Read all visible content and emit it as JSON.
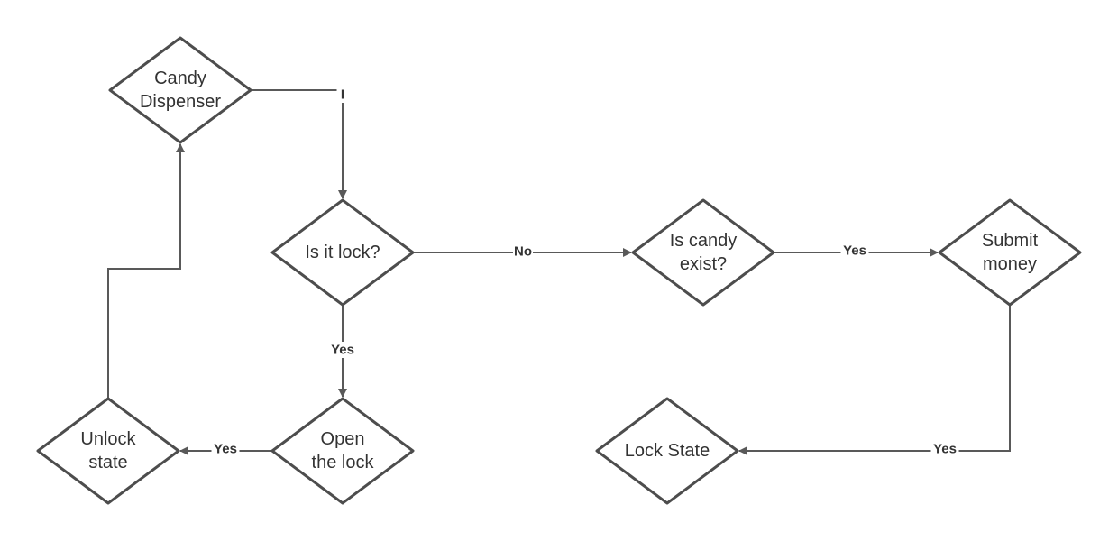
{
  "nodes": [
    {
      "id": "candy-dispenser",
      "lines": [
        "Candy",
        "Dispenser"
      ]
    },
    {
      "id": "is-it-lock",
      "lines": [
        "Is it lock?"
      ]
    },
    {
      "id": "is-candy-exist",
      "lines": [
        "Is candy",
        "exist?"
      ]
    },
    {
      "id": "submit-money",
      "lines": [
        "Submit",
        "money"
      ]
    },
    {
      "id": "open-the-lock",
      "lines": [
        "Open",
        "the lock"
      ]
    },
    {
      "id": "unlock-state",
      "lines": [
        "Unlock",
        "state"
      ]
    },
    {
      "id": "lock-state",
      "lines": [
        "Lock State"
      ]
    }
  ],
  "edges": [
    {
      "id": "dispenser-to-lock",
      "from": "candy-dispenser",
      "to": "is-it-lock",
      "label": "I"
    },
    {
      "id": "lock-to-candy",
      "from": "is-it-lock",
      "to": "is-candy-exist",
      "label": "No"
    },
    {
      "id": "candy-to-money",
      "from": "is-candy-exist",
      "to": "submit-money",
      "label": "Yes"
    },
    {
      "id": "lock-to-open",
      "from": "is-it-lock",
      "to": "open-the-lock",
      "label": "Yes"
    },
    {
      "id": "open-to-unlock",
      "from": "open-the-lock",
      "to": "unlock-state",
      "label": "Yes"
    },
    {
      "id": "unlock-to-dispenser",
      "from": "unlock-state",
      "to": "candy-dispenser",
      "label": ""
    },
    {
      "id": "money-to-lockstate",
      "from": "submit-money",
      "to": "lock-state",
      "label": "Yes"
    }
  ]
}
